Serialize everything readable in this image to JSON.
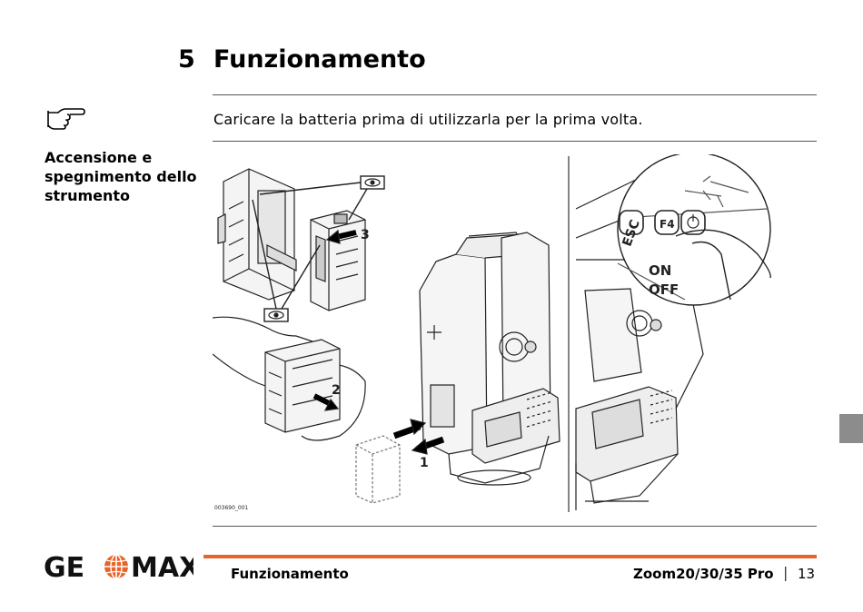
{
  "chapter": {
    "number": "5",
    "title": "Funzionamento"
  },
  "note": {
    "icon": "pointing-hand-icon",
    "text": "Caricare la batteria prima di utilizzarla per la prima volta."
  },
  "side_heading": "Accensione e spegnimento dello strumento",
  "figure": {
    "code": "003690_001",
    "steps": [
      "1",
      "2",
      "3"
    ],
    "keys": {
      "esc": "ESC",
      "f4": "F4"
    },
    "on_label": "ON",
    "off_label": "OFF"
  },
  "footer": {
    "section": "Funzionamento",
    "product": "Zoom20/30/35 Pro",
    "separator": "|",
    "page": "13",
    "logo": {
      "left": "GE",
      "right": "MAX"
    }
  },
  "colors": {
    "accent": "#e8642a",
    "tab": "#8c8c8c"
  }
}
